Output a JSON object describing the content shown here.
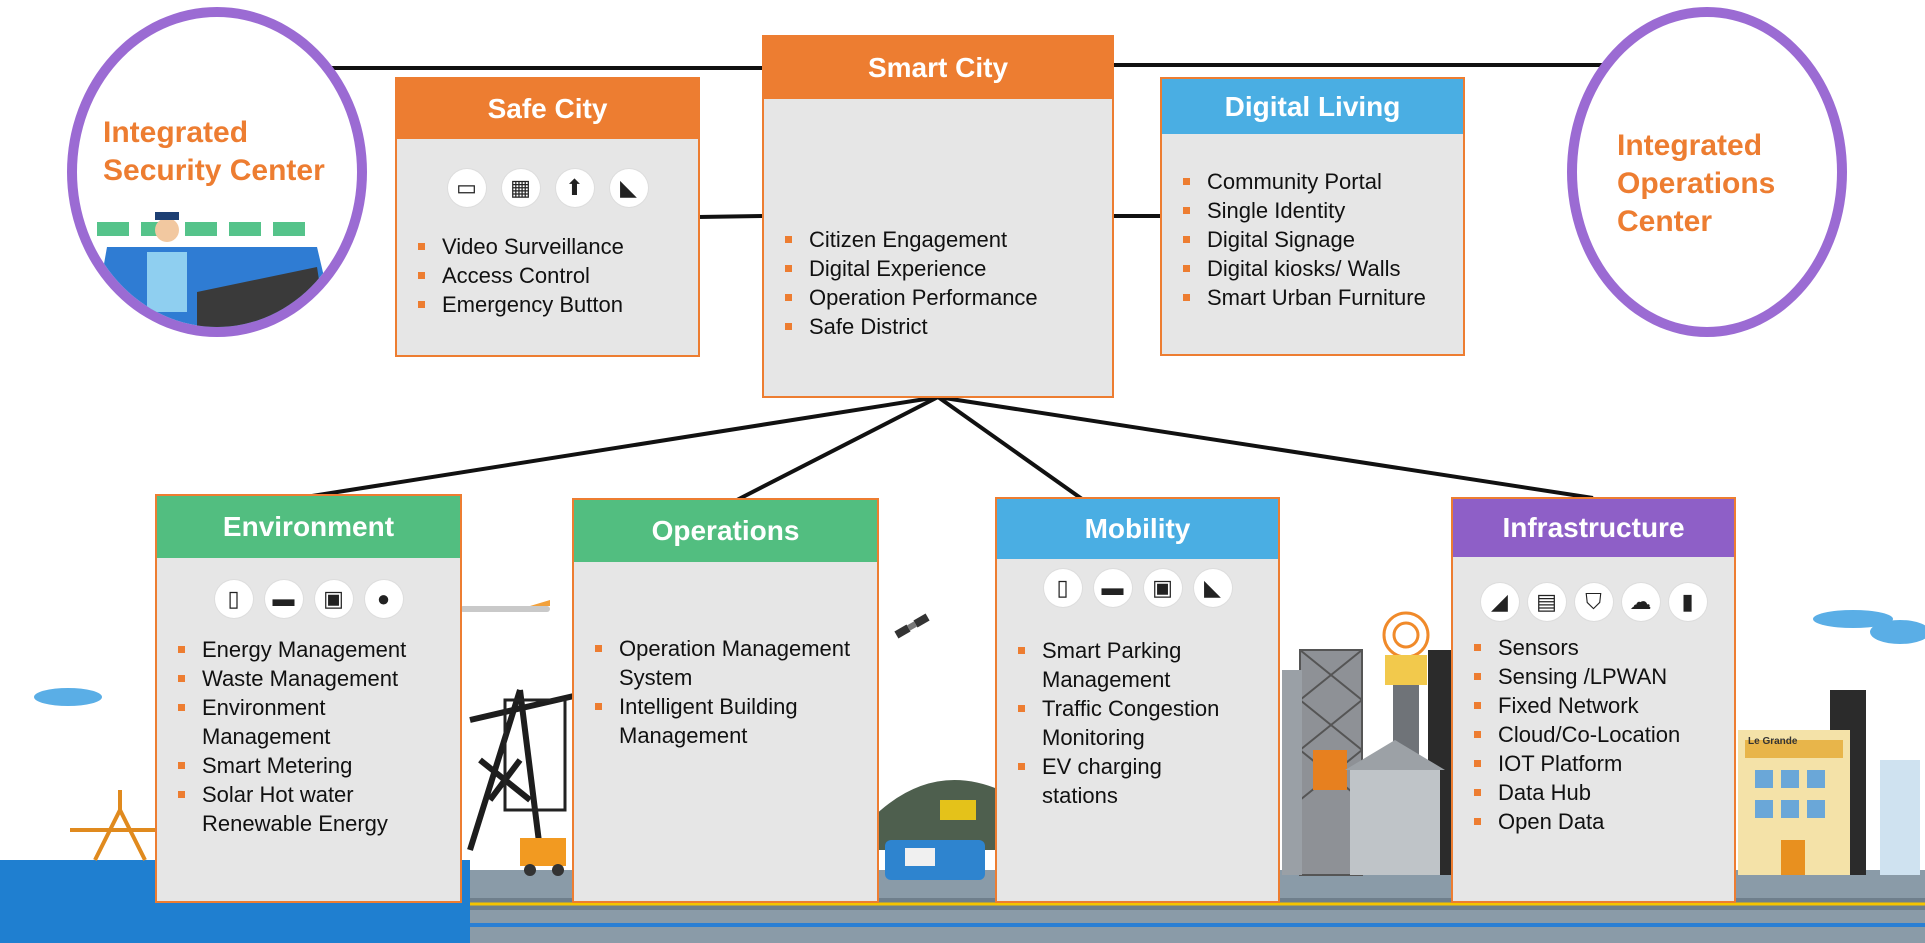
{
  "colors": {
    "orange": "#ed7d31",
    "green": "#52be80",
    "blue": "#4aaee3",
    "purple": "#8e5fc7",
    "box_fill": "#e6e6e6",
    "circle_border": "#9b6bd3"
  },
  "circles": {
    "security_center": {
      "title_line1": "Integrated",
      "title_line2": "Security Center"
    },
    "operations_center": {
      "title_line1": "Integrated",
      "title_line2": "Operations",
      "title_line3": "Center"
    }
  },
  "smart_city": {
    "title": "Smart City",
    "items": [
      "Citizen Engagement",
      "Digital Experience",
      "Operation Performance",
      "Safe District"
    ]
  },
  "safe_city": {
    "title": "Safe City",
    "icons": [
      "monitor-icon",
      "access-panel-icon",
      "alarm-button-icon",
      "cctv-camera-icon"
    ],
    "items": [
      "Video Surveillance",
      "Access Control",
      "Emergency Button"
    ]
  },
  "digital_living": {
    "title": "Digital Living",
    "items": [
      "Community Portal",
      "Single Identity",
      "Digital Signage",
      "Digital kiosks/ Walls",
      "Smart Urban Furniture"
    ]
  },
  "environment": {
    "title": "Environment",
    "icons": [
      "smart-meter-icon",
      "truck-icon",
      "kiosk-icon",
      "water-drop-icon"
    ],
    "items": [
      "Energy Management",
      "Waste Management",
      "Environment Management",
      "Smart Metering",
      "Solar Hot water Renewable Energy"
    ]
  },
  "operations": {
    "title": "Operations",
    "items": [
      "Operation Management System",
      "Intelligent Building Management"
    ]
  },
  "mobility": {
    "title": "Mobility",
    "icons": [
      "smart-meter-icon",
      "truck-icon",
      "kiosk-icon",
      "cctv-camera-icon"
    ],
    "items": [
      "Smart Parking Management",
      "Traffic Congestion Monitoring",
      "EV charging stations"
    ]
  },
  "infrastructure": {
    "title": "Infrastructure",
    "icons": [
      "satellite-dish-icon",
      "server-icon",
      "shield-icon",
      "cloud-network-icon",
      "signal-bars-icon"
    ],
    "items": [
      "Sensors",
      "Sensing /LPWAN",
      "Fixed Network",
      "Cloud/Co-Location",
      "IOT Platform",
      "Data Hub",
      "Open Data"
    ]
  },
  "background": {
    "hotel_sign": "Le Grande"
  }
}
